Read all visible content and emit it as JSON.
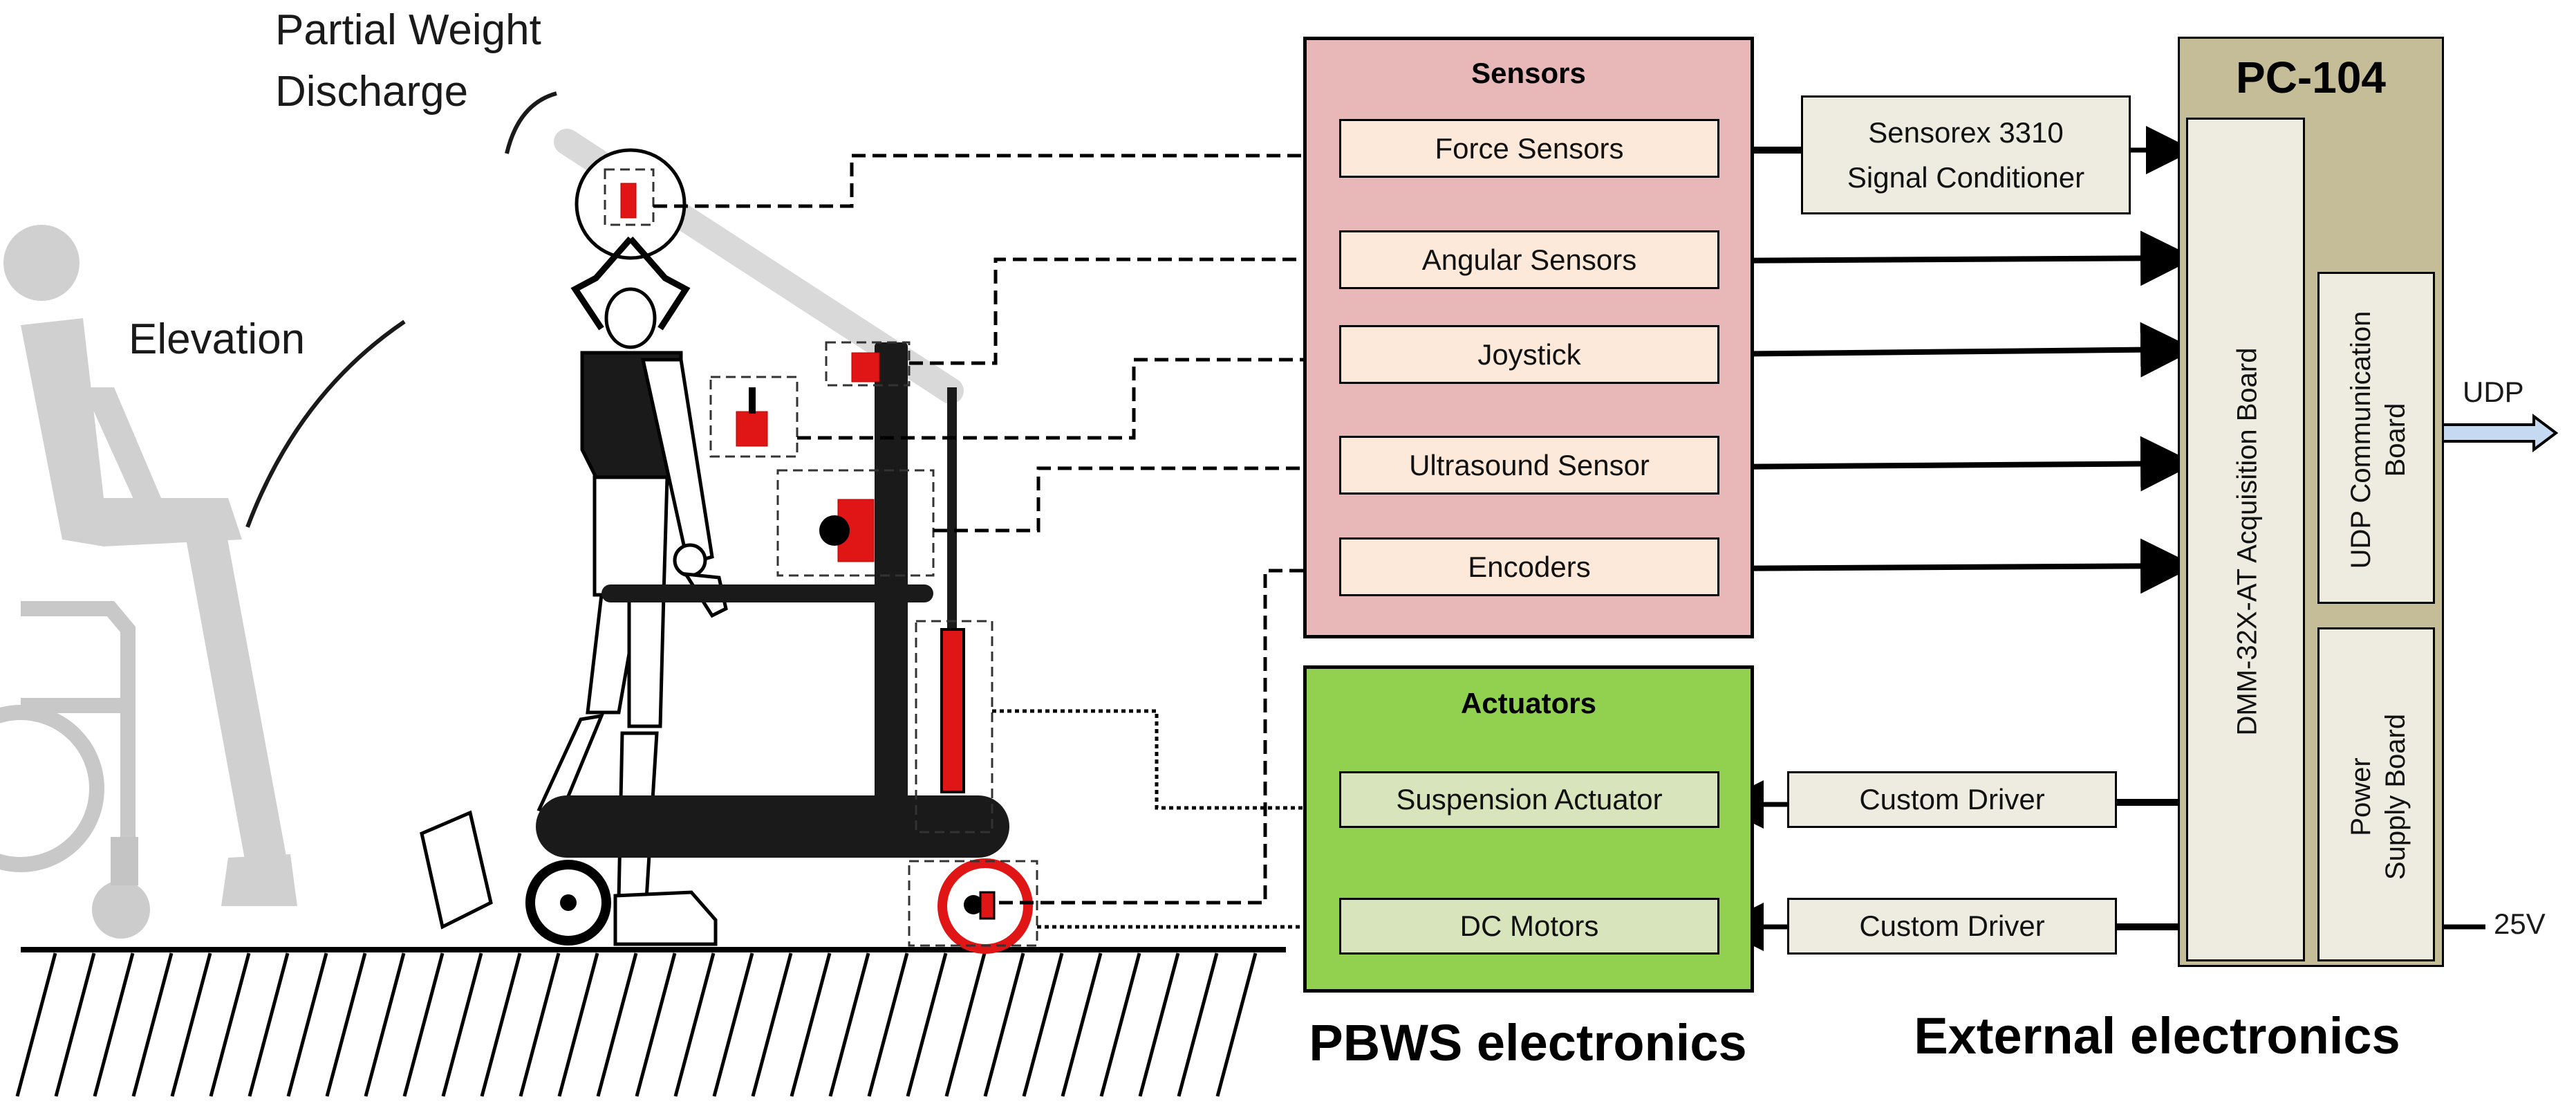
{
  "left_labels": {
    "partial_weight_line1": "Partial Weight",
    "partial_weight_line2": "Discharge",
    "elevation": "Elevation"
  },
  "sensors": {
    "title": "Sensors",
    "items": [
      "Force Sensors",
      "Angular Sensors",
      "Joystick",
      "Ultrasound Sensor",
      "Encoders"
    ]
  },
  "actuators": {
    "title": "Actuators",
    "items": [
      "Suspension Actuator",
      "DC Motors"
    ]
  },
  "signal_conditioner": {
    "line1": "Sensorex 3310",
    "line2": "Signal Conditioner"
  },
  "drivers": [
    "Custom Driver",
    "Custom Driver"
  ],
  "pc104": {
    "title": "PC-104",
    "acquisition_board": "DMM-32X-AT Acquisition Board",
    "udp_board_line1": "UDP Communication",
    "udp_board_line2": "Board",
    "power_board_line1": "Power",
    "power_board_line2": "Supply Board"
  },
  "udp_label": "UDP",
  "power_label": "25V",
  "section_labels": {
    "pbws": "PBWS electronics",
    "external": "External electronics"
  },
  "colors": {
    "sensors_panel": "#e8b8b8",
    "sensor_item": "#fde9d9",
    "actuators_panel": "#92d050",
    "actuator_item": "#d8e4bc",
    "neutral_box": "#eeece1",
    "pc104_panel": "#c4bd97",
    "red": "#e01515",
    "udp_arrow": "#c5d9f1"
  }
}
